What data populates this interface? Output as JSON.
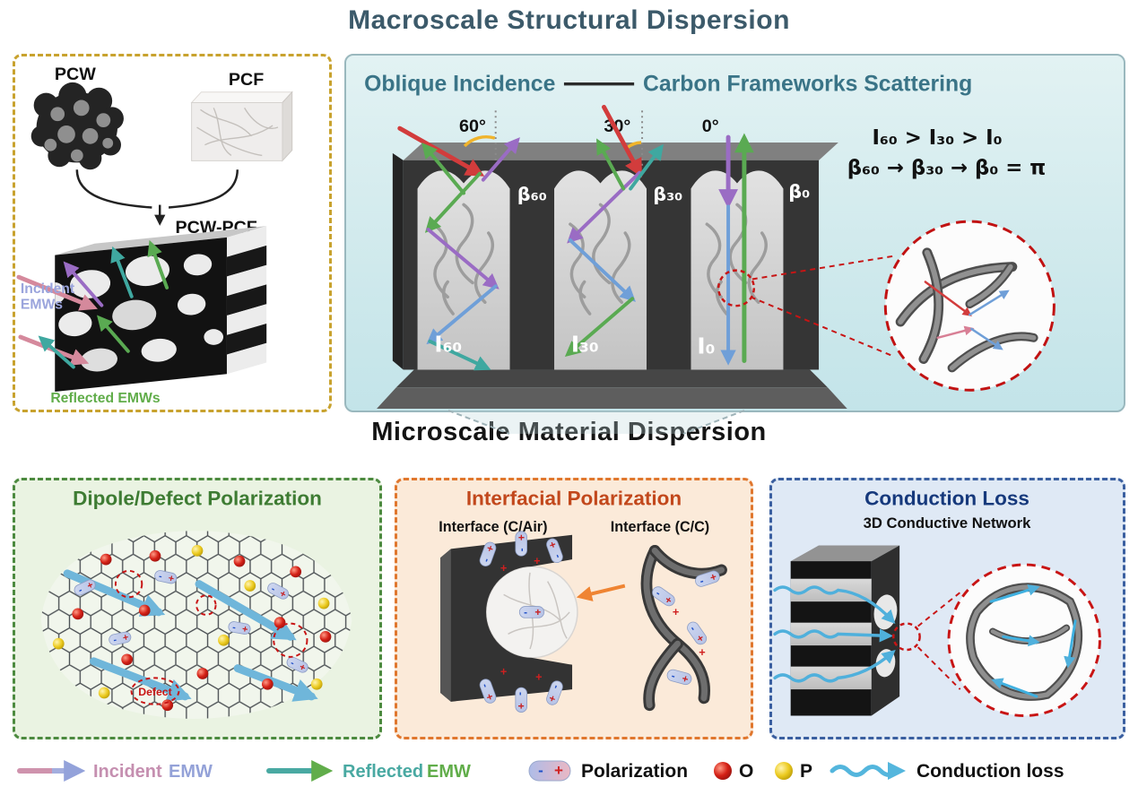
{
  "colors": {
    "macro_title": "#3c5a6a",
    "pcw_border": "#c8a22e",
    "scatter_heading_teal": "#3a7487",
    "dipole_green": "#3e7c33",
    "interfacial_orange": "#c2481c",
    "conduction_navy": "#16397c",
    "incident_pink": "#cf93ad",
    "incident_periwinkle": "#94a2d8",
    "reflected_teal": "#49a9a2",
    "reflected_green": "#61ad4a",
    "oxygen_red": "#c01010",
    "phosphorus_yellow": "#e6c519",
    "conduction_blue": "#54b6dd",
    "zoom_circle_red": "#c81414"
  },
  "header": {
    "macro_title": "Macroscale Structural Dispersion",
    "micro_title": "Microscale Material Dispersion"
  },
  "pcw_panel": {
    "pcw_label": "PCW",
    "pcf_label": "PCF",
    "combo_label": "PCW-PCF",
    "incident_line1": "Incident",
    "incident_line2": "EMWs",
    "reflected_label": "Reflected EMWs"
  },
  "scattering_panel": {
    "title_left": "Oblique Incidence",
    "title_right": "Carbon Frameworks Scattering",
    "angle_60": "60°",
    "angle_30": "30°",
    "angle_0": "0°",
    "beta_60": "β₆₀",
    "beta_30": "β₃₀",
    "beta_0": "β₀",
    "i_60": "I₆₀",
    "i_30": "I₃₀",
    "i_0": "I₀",
    "eq_intensity": "I₆₀  >  I₃₀  >  I₀",
    "eq_beta": "β₆₀ → β₃₀ → β₀ = π"
  },
  "dipole_panel": {
    "title": "Dipole/Defect Polarization",
    "defect_label": "Defect"
  },
  "interfacial_panel": {
    "title": "Interfacial Polarization",
    "interface_air": "Interface (C/Air)",
    "interface_cc": "Interface (C/C)"
  },
  "conduction_panel": {
    "title": "Conduction Loss",
    "subtitle": "3D Conductive Network"
  },
  "legend": {
    "incident_word": "Incident",
    "incident_emw": "EMW",
    "reflected_word": "Reflected",
    "reflected_emw": "EMW",
    "polarization": "Polarization",
    "o_label": "O",
    "p_label": "P",
    "conduction": "Conduction loss"
  },
  "symbols": {
    "plus": "+",
    "minus": "-"
  }
}
